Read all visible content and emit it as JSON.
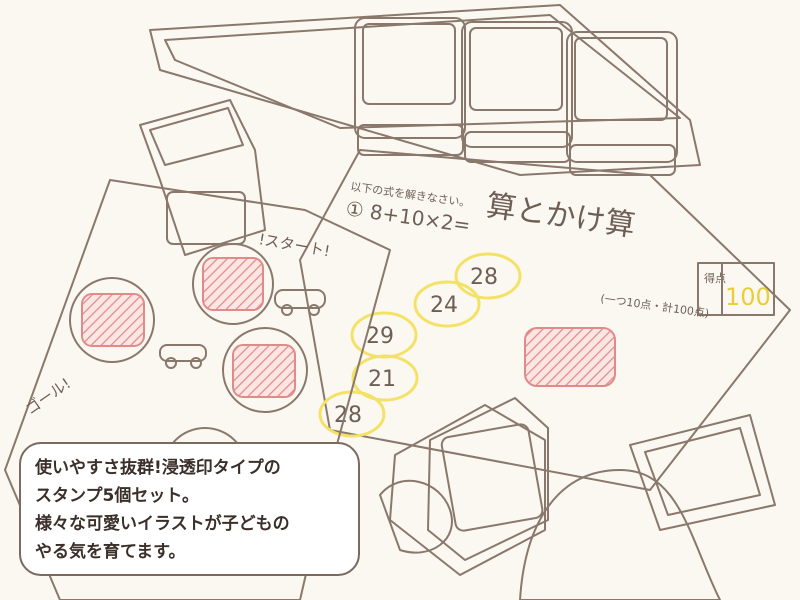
{
  "caption": {
    "lines": [
      "使いやすさ抜群!浸透印タイプの",
      "スタンプ5個セット。",
      "様々な可愛いイラストが子どもの",
      "やる気を育てます。"
    ]
  },
  "worksheet": {
    "instruction": "以下の式を解きなさい。",
    "question": "① 8+10×2=",
    "title": "算とかけ算",
    "score_label": "得点",
    "score_value": "100",
    "scoring_note": "(一つ10点・計100点)",
    "answers": [
      "28",
      "24",
      "29",
      "21",
      "28"
    ]
  },
  "race_sheet": {
    "start_label": "!スタート!",
    "goal_label": "ゴール!"
  },
  "colors": {
    "stamp_yellow": "#f7e98a",
    "stamp_yellow_dark": "#eddc5c",
    "ink_outline": "#8a786c",
    "stamp_mark_red": "#e28a8a",
    "highlight_yellow": "#f3e266"
  }
}
